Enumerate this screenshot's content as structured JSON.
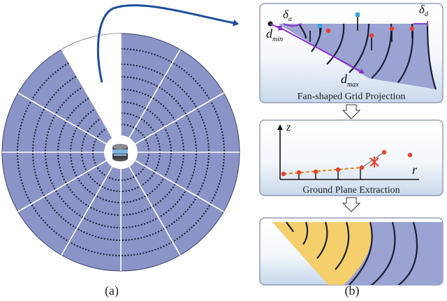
{
  "panel_a": {
    "caption": "(a)"
  },
  "panel_b": {
    "caption": "(b)",
    "projection_box": {
      "label": "Fan-shaped Grid Projection",
      "delta_a": {
        "main": "δ",
        "sub": "a"
      },
      "delta_d": {
        "main": "δ",
        "sub": "d"
      },
      "d_min": {
        "main": "d",
        "sub": "min"
      },
      "d_max": {
        "main": "d",
        "sub": "max"
      }
    },
    "ground_box": {
      "label": "Ground Plane Extraction",
      "axis_z": "z",
      "axis_r": "r"
    },
    "segment_box": {}
  },
  "colors": {
    "sector_fill": "#8a94c6",
    "sector_stroke": "#2f3560",
    "box_fill_top": "#ffffff",
    "box_fill_bottom": "#cddbee",
    "box_border": "#7d8aa6",
    "point_red": "#e8402c",
    "point_blue": "#3aa0e0",
    "yellow_fill": "#f5cf6b",
    "purple": "#8b2fc9",
    "arrow_blue": "#1f4e9a"
  }
}
